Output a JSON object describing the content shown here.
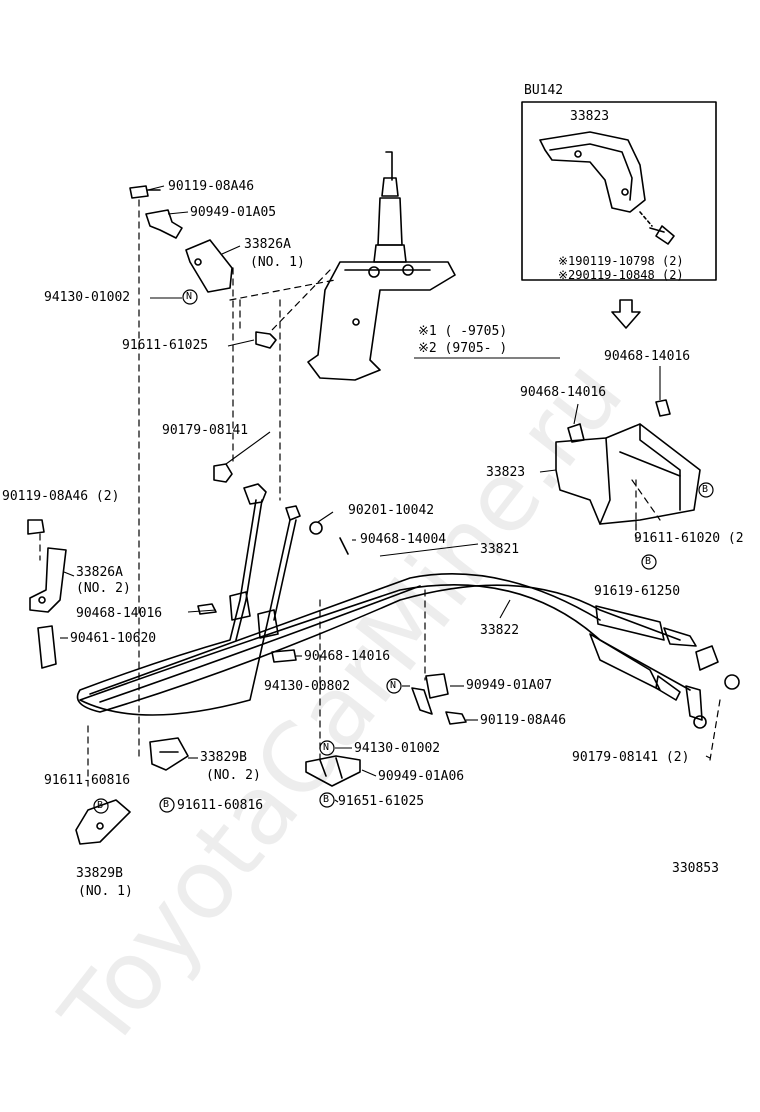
{
  "watermark": "ToyotaCarMine.ru",
  "diagram_code": "330853",
  "inset": {
    "title": "BU142",
    "part": "33823",
    "note1": "※190119-10798 (2)",
    "note2": "※290119-10848 (2)"
  },
  "legend": {
    "line1": "※1 (      -9705)",
    "line2": "※2 (9705-      )"
  },
  "labels": {
    "p_90119_08A46_top": "90119-08A46",
    "p_90949_01A05": "90949-01A05",
    "p_33826A_no1_a": "33826A",
    "p_33826A_no1_b": "(NO. 1)",
    "p_94130_01002_top": "94130-01002",
    "p_91611_61025": "91611-61025",
    "p_90179_08141_left": "90179-08141",
    "p_90119_08A46_2": "90119-08A46 (2)",
    "p_33826A_no2_a": "33826A",
    "p_33826A_no2_b": "(NO. 2)",
    "p_90468_14016_left": "90468-14016",
    "p_90461_10620": "90461-10620",
    "p_90201_10042": "90201-10042",
    "p_90468_14004": "90468-14004",
    "p_33821": "33821",
    "p_33822": "33822",
    "p_90468_14016_mid": "90468-14016",
    "p_94130_00802": "94130-00802",
    "p_90949_01A07": "90949-01A07",
    "p_90119_08A46_mid": "90119-08A46",
    "p_94130_01002_bot": "94130-01002",
    "p_90949_01A06": "90949-01A06",
    "p_91651_61025": "91651-61025",
    "p_33829B_no2_a": "33829B",
    "p_33829B_no2_b": "(NO. 2)",
    "p_91611_60816_a": "91611-60816",
    "p_91611_60816_b": "91611-60816",
    "p_33829B_no1_a": "33829B",
    "p_33829B_no1_b": "(NO. 1)",
    "p_90468_14016_r1": "90468-14016",
    "p_90468_14016_r2": "90468-14016",
    "p_33823": "33823",
    "p_91611_61020": "91611-61020 (2",
    "p_91619_61250": "91619-61250",
    "p_90179_08141_2": "90179-08141 (2)"
  },
  "symbols": {
    "N": "N",
    "B": "B"
  }
}
